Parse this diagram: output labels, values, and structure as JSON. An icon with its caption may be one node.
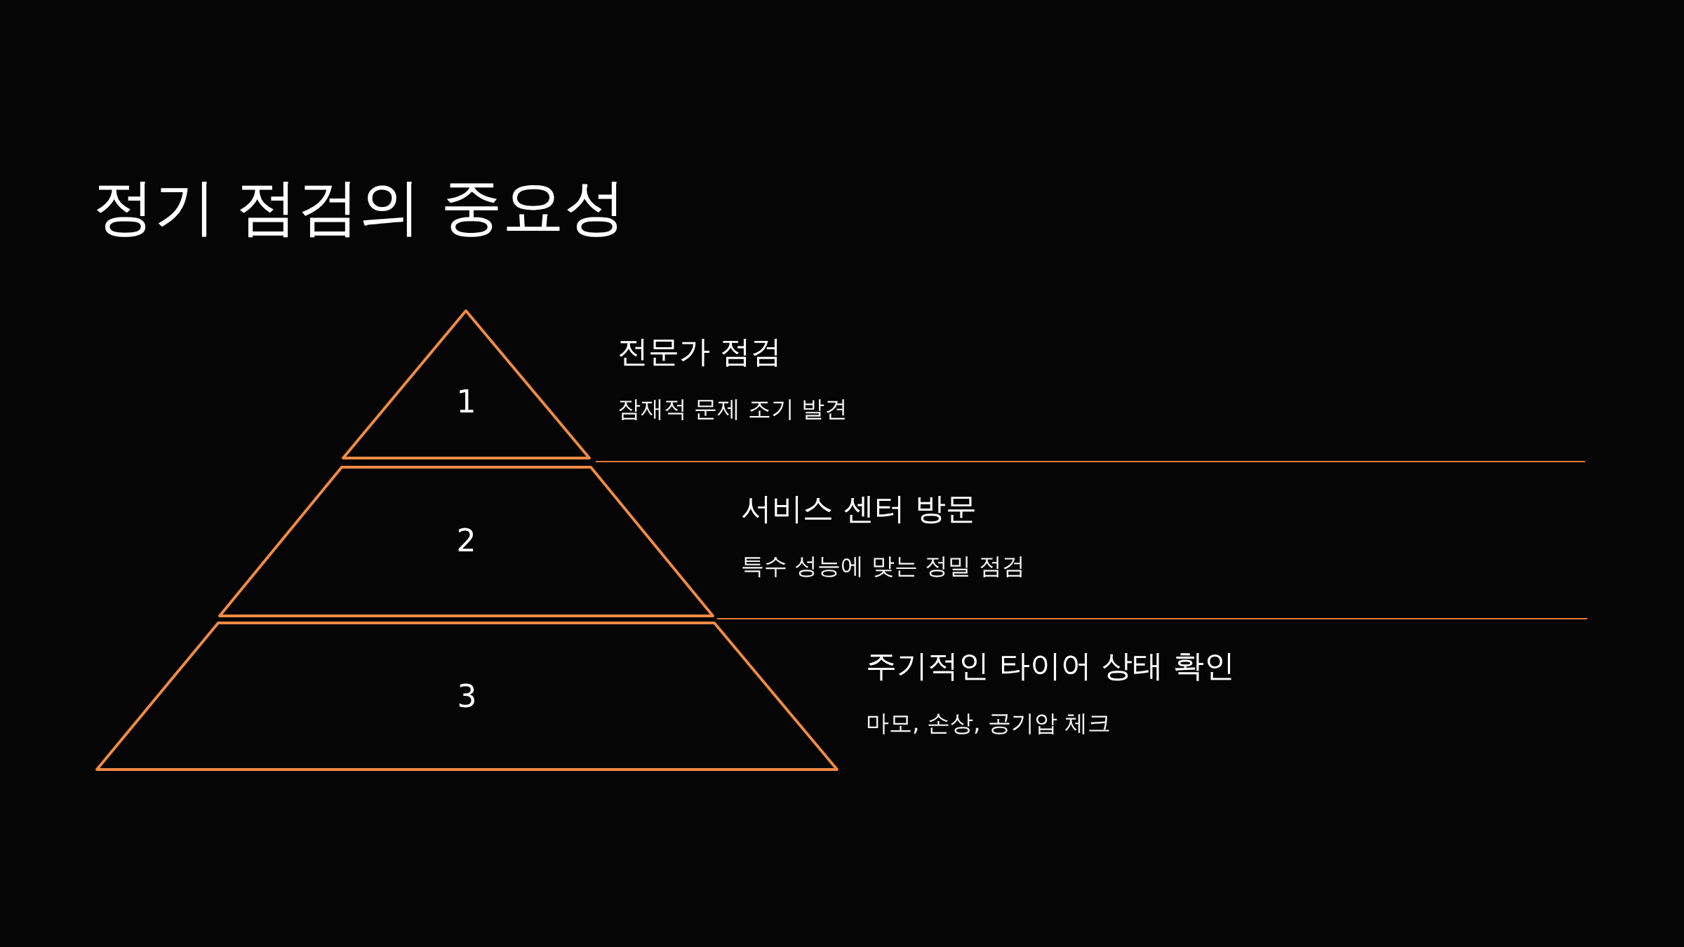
{
  "diagram": {
    "title": "정기 점검의 중요성",
    "nodes": [
      {
        "text": [
          "1"
        ],
        "beside": [
          "전문가 점검",
          "잠재적 문제 조기 발견"
        ]
      },
      {
        "text": [
          "2"
        ],
        "beside": [
          "서비스 센터 방문",
          "특수 성능에 맞는 정밀 점검"
        ]
      },
      {
        "text": [
          "3"
        ],
        "beside": [
          "주기적인 타이어 상태 확인",
          "마모, 손상, 공기압 체크"
        ]
      }
    ]
  }
}
